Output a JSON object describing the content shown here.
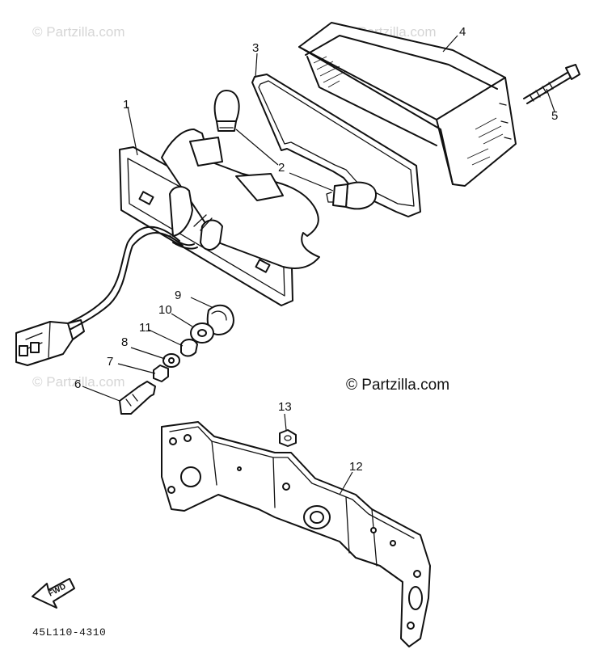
{
  "watermarks": {
    "faint": "© Partzilla.com",
    "main": "© Partzilla.com"
  },
  "callouts": {
    "c1": "1",
    "c2": "2",
    "c3": "3",
    "c4": "4",
    "c5": "5",
    "c6": "6",
    "c7": "7",
    "c8": "8",
    "c9": "9",
    "c10": "10",
    "c11": "11",
    "c12": "12",
    "c13": "13"
  },
  "fwd_label": "FWD",
  "diagram_code": "45L110-4310"
}
